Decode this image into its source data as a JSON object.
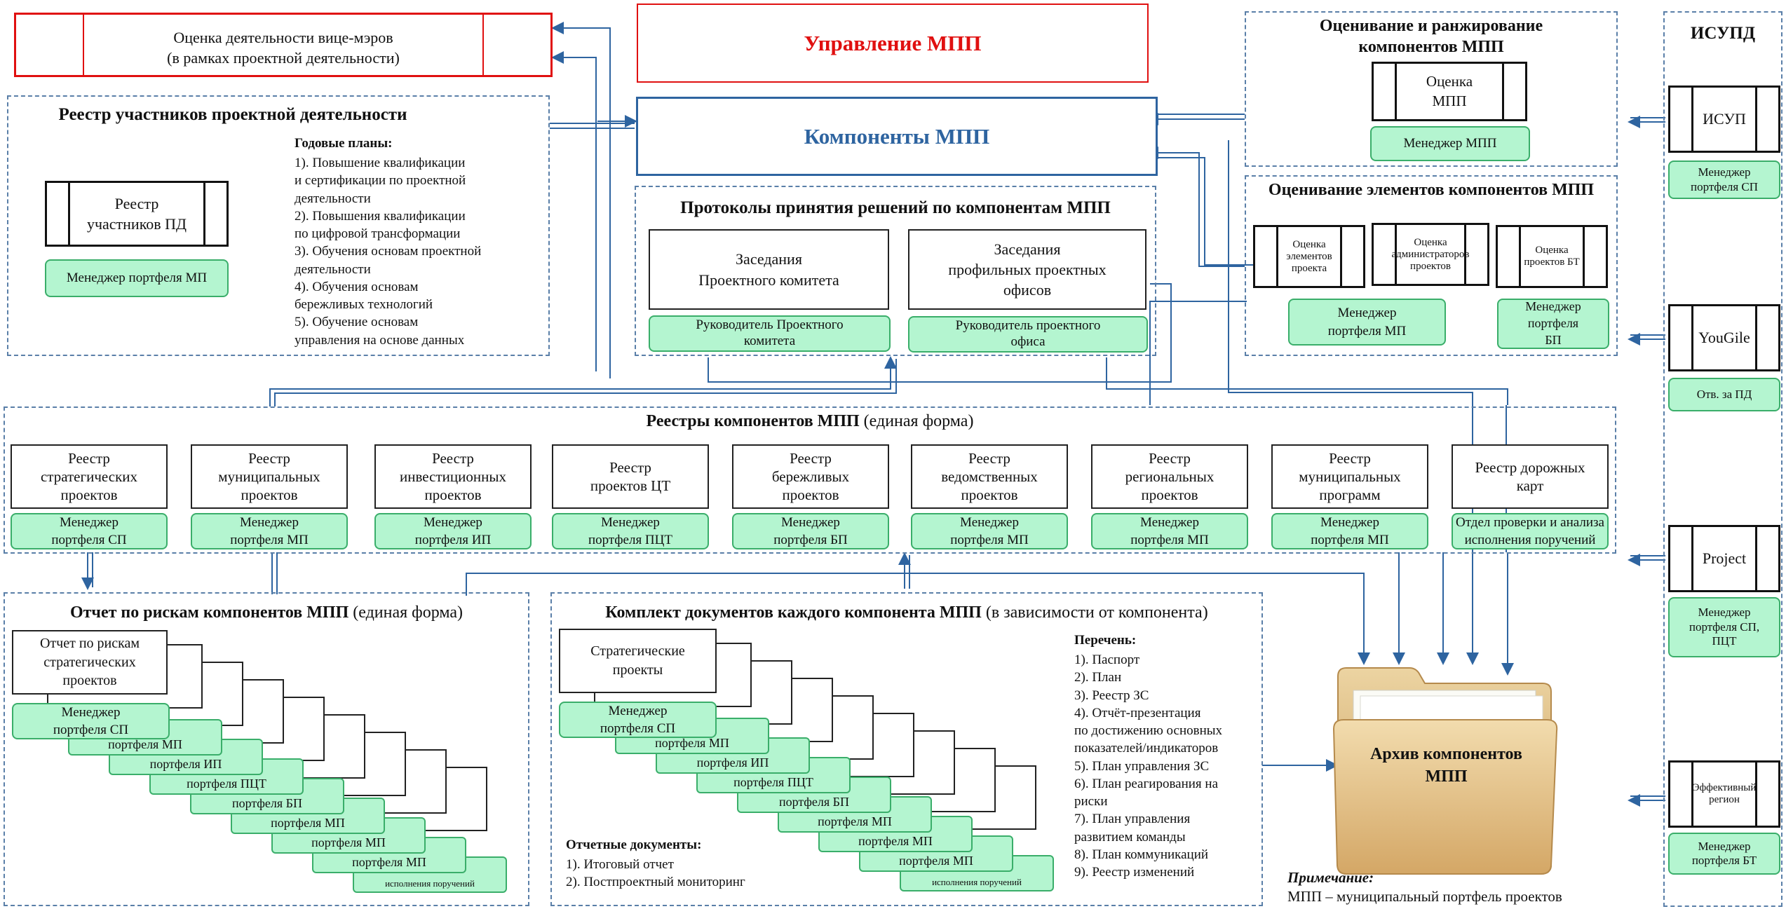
{
  "vice_mayors": {
    "label": "Оценка деятельности вице-мэров\n(в рамках проектной деятельности)"
  },
  "management": {
    "title": "Управление МПП"
  },
  "components": {
    "title": "Компоненты МПП"
  },
  "ranking": {
    "title": "Оценивание и ранжирование компонентов МПП",
    "box": "Оценка\nМПП",
    "manager": "Менеджер МПП"
  },
  "elements_eval": {
    "title": "Оценивание элементов компонентов МПП",
    "boxes": [
      "Оценка элементов проекта",
      "Оценка администраторов проектов",
      "Оценка проектов БТ"
    ],
    "managers": [
      "Менеджер портфеля МП",
      "Менеджер портфеля БП"
    ]
  },
  "isupd": {
    "title": "ИСУПД",
    "systems": [
      {
        "name": "ИСУП",
        "manager": "Менеджер портфеля СП"
      },
      {
        "name": "YouGile",
        "manager": "Отв. за ПД"
      },
      {
        "name": "Project",
        "manager": "Менеджер портфеля СП, ПЦТ"
      },
      {
        "name": "Эффективный регион",
        "manager": "Менеджер портфеля БТ"
      }
    ]
  },
  "participants": {
    "title": "Реестр участников проектной деятельности",
    "box": "Реестр\nучастников ПД",
    "manager": "Менеджер портфеля МП",
    "plans_title": "Годовые планы:",
    "plans_text": "1). Повышение квалификации\nи сертификации по проектной\nдеятельности\n2). Повышения квалификации\nпо цифровой трансформации\n3). Обучения основам проектной\nдеятельности\n4). Обучения основам\nбережливых технологий\n5). Обучение основам\nуправления на основе данных"
  },
  "protocols": {
    "title": "Протоколы принятия решений по  компонентам МПП",
    "meetings": [
      "Заседания\nПроектного комитета",
      "Заседания\nпрофильных проектных\nофисов"
    ],
    "managers": [
      "Руководитель Проектного комитета",
      "Руководитель проектного офиса"
    ]
  },
  "registries": {
    "title": "Реестры компонентов МПП",
    "title_suffix": " (единая форма)",
    "items": [
      {
        "name": "Реестр\nстратегических\nпроектов",
        "manager": "Менеджер\nпортфеля СП"
      },
      {
        "name": "Реестр\nмуниципальных\nпроектов",
        "manager": "Менеджер\nпортфеля МП"
      },
      {
        "name": "Реестр\nинвестиционных\nпроектов",
        "manager": "Менеджер\nпортфеля ИП"
      },
      {
        "name": "Реестр\nпроектов ЦТ",
        "manager": "Менеджер\nпортфеля ПЦТ"
      },
      {
        "name": "Реестр\nбережливых\nпроектов",
        "manager": "Менеджер\nпортфеля БП"
      },
      {
        "name": "Реестр\nведомственных\nпроектов",
        "manager": "Менеджер\nпортфеля МП"
      },
      {
        "name": "Реестр\nрегиональных\nпроектов",
        "manager": "Менеджер\nпортфеля МП"
      },
      {
        "name": "Реестр\nмуниципальных\nпрограмм",
        "manager": "Менеджер\nпортфеля МП"
      },
      {
        "name": "Реестр дорожных\nкарт",
        "manager": "Отдел проверки и анализа\nисполнения поручений"
      }
    ]
  },
  "risks": {
    "title": "Отчет по рискам компонентов МПП",
    "title_suffix": " (единая форма)",
    "front_doc": "Отчет по рискам\nстратегических\nпроектов",
    "front_manager": "Менеджер\nпортфеля СП",
    "stack_managers": [
      "портфеля МП",
      "портфеля ИП",
      "портфеля ПЦТ",
      "портфеля БП",
      "портфеля МП",
      "портфеля МП",
      "портфеля МП",
      "исполнения поручений"
    ]
  },
  "docs": {
    "title": "Комплект документов каждого компонента МПП",
    "title_suffix": " (в зависимости от компонента)",
    "front_doc": "Стратегические\nпроекты",
    "front_manager": "Менеджер\nпортфеля СП",
    "stack_managers": [
      "портфеля МП",
      "портфеля ИП",
      "портфеля ПЦТ",
      "портфеля БП",
      "портфеля МП",
      "портфеля МП",
      "портфеля МП",
      "исполнения поручений"
    ],
    "list_title": "Перечень:",
    "list_text": "1). Паспорт\n2). План\n3). Реестр ЗС\n4). Отчёт-презентация\nпо достижению основных\nпоказателей/индикаторов\n5). План управления ЗС\n6). План реагирования на\nриски\n7). План управления\nразвитием команды\n8). План коммуникаций\n9). Реестр изменений",
    "reports_title": "Отчетные документы:",
    "reports_text": "1). Итоговый отчет\n2). Постпроектный мониторинг"
  },
  "archive": {
    "label": "Архив компонентов МПП"
  },
  "note": {
    "title": "Примечание:",
    "text": "МПП – муниципальный портфель проектов"
  },
  "colors": {
    "connector": "#2e64a0",
    "accent_red": "#e01010",
    "accent_blue": "#2e64a0",
    "manager_fill": "#b4f5d0",
    "manager_border": "#3aae6a"
  }
}
